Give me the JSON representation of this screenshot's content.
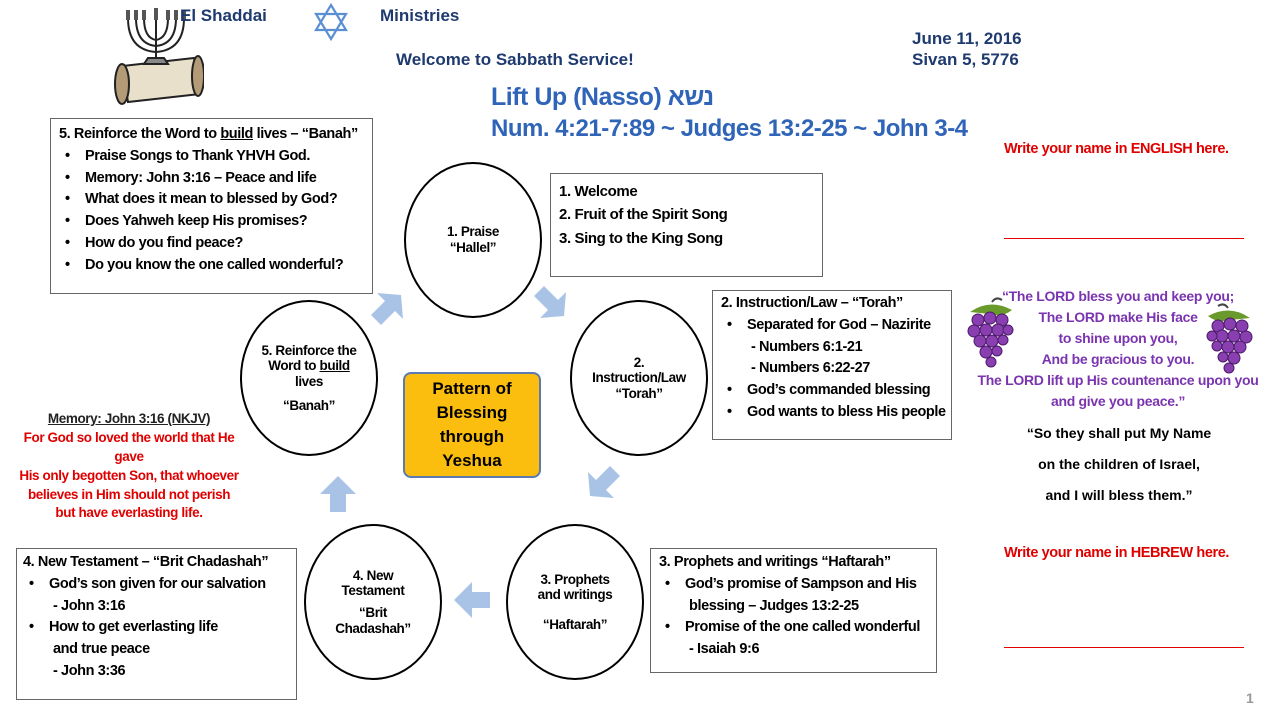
{
  "header": {
    "org_left": "El Shaddai",
    "org_right": "Ministries",
    "welcome": "Welcome to Sabbath Service!",
    "date_gregorian": "June 11, 2016",
    "date_hebrew": "Sivan 5, 5776"
  },
  "title": {
    "line1": "Lift Up (Nasso) נשא",
    "line2": "Num. 4:21-7:89 ~ Judges 13:2-25 ~ John 3-4"
  },
  "center": {
    "lines": [
      "Pattern of",
      "Blessing",
      "through",
      "Yeshua"
    ]
  },
  "circles": {
    "praise": [
      "1. Praise",
      "“Hallel”"
    ],
    "torah": [
      "2.",
      "Instruction/Law",
      "“Torah”"
    ],
    "haftarah": [
      "3. Prophets",
      "and writings",
      "",
      "“Haftarah”"
    ],
    "brit": [
      "4. New",
      "Testament",
      "“Brit",
      "Chadashah”"
    ],
    "banah": [
      "5. Reinforce the",
      "Word to build",
      "lives",
      "",
      "“Banah”"
    ]
  },
  "box_praise": {
    "items": [
      "1.   Welcome",
      "2.   Fruit of the Spirit Song",
      "3.   Sing to the King Song"
    ]
  },
  "box_torah": {
    "heading": "2. Instruction/Law – “Torah”",
    "items": [
      "Separated for God – Nazirite",
      "- Numbers 6:1-21",
      "- Numbers 6:22-27",
      "God’s commanded blessing",
      "God wants to bless His people"
    ]
  },
  "box_haftarah": {
    "heading": "3. Prophets and writings “Haftarah”",
    "items": [
      "God’s promise of Sampson and His",
      "blessing – Judges 13:2-25",
      "Promise of the one called wonderful",
      "- Isaiah 9:6"
    ]
  },
  "box_brit": {
    "heading": "4. New Testament – “Brit Chadashah”",
    "items": [
      "God’s son given for our salvation",
      "- John 3:16",
      "How to get everlasting life",
      "and true peace",
      "- John 3:36"
    ]
  },
  "box_banah": {
    "heading": "5. Reinforce the Word to build lives – “Banah”",
    "heading_pre": "5. Reinforce the Word to ",
    "heading_u": "build",
    "heading_post": " lives – “Banah”",
    "items": [
      "Praise Songs to Thank YHVH God.",
      "Memory:   John 3:16 – Peace and life",
      "What does it mean to blessed by God?",
      "Does Yahweh keep His promises?",
      "How do you find peace?",
      "Do you know the one called wonderful?"
    ]
  },
  "memory": {
    "title": "Memory:  John 3:16  (NKJV)",
    "lines": [
      "For God so loved the world that He gave",
      "His only begotten Son, that whoever",
      "believes in Him should not perish",
      "but have everlasting life."
    ]
  },
  "right": {
    "write_english": "Write your name in ENGLISH here.",
    "write_hebrew": "Write your name in HEBREW here.",
    "blessing": [
      "“The LORD bless you and keep you;",
      "The LORD make His face",
      "to shine upon you,",
      "And be gracious to you.",
      "The LORD lift up His countenance upon you",
      "and give you peace.”"
    ],
    "name_quote": [
      "“So they shall put My Name",
      "on the children of Israel,",
      "and I will bless them.”"
    ]
  },
  "page_number": "1",
  "colors": {
    "title_blue": "#2f64b8",
    "arrow_blue": "#a9c3e6",
    "center_gold": "#fbbd0e",
    "red": "#e00000",
    "purple": "#7b34b0"
  }
}
